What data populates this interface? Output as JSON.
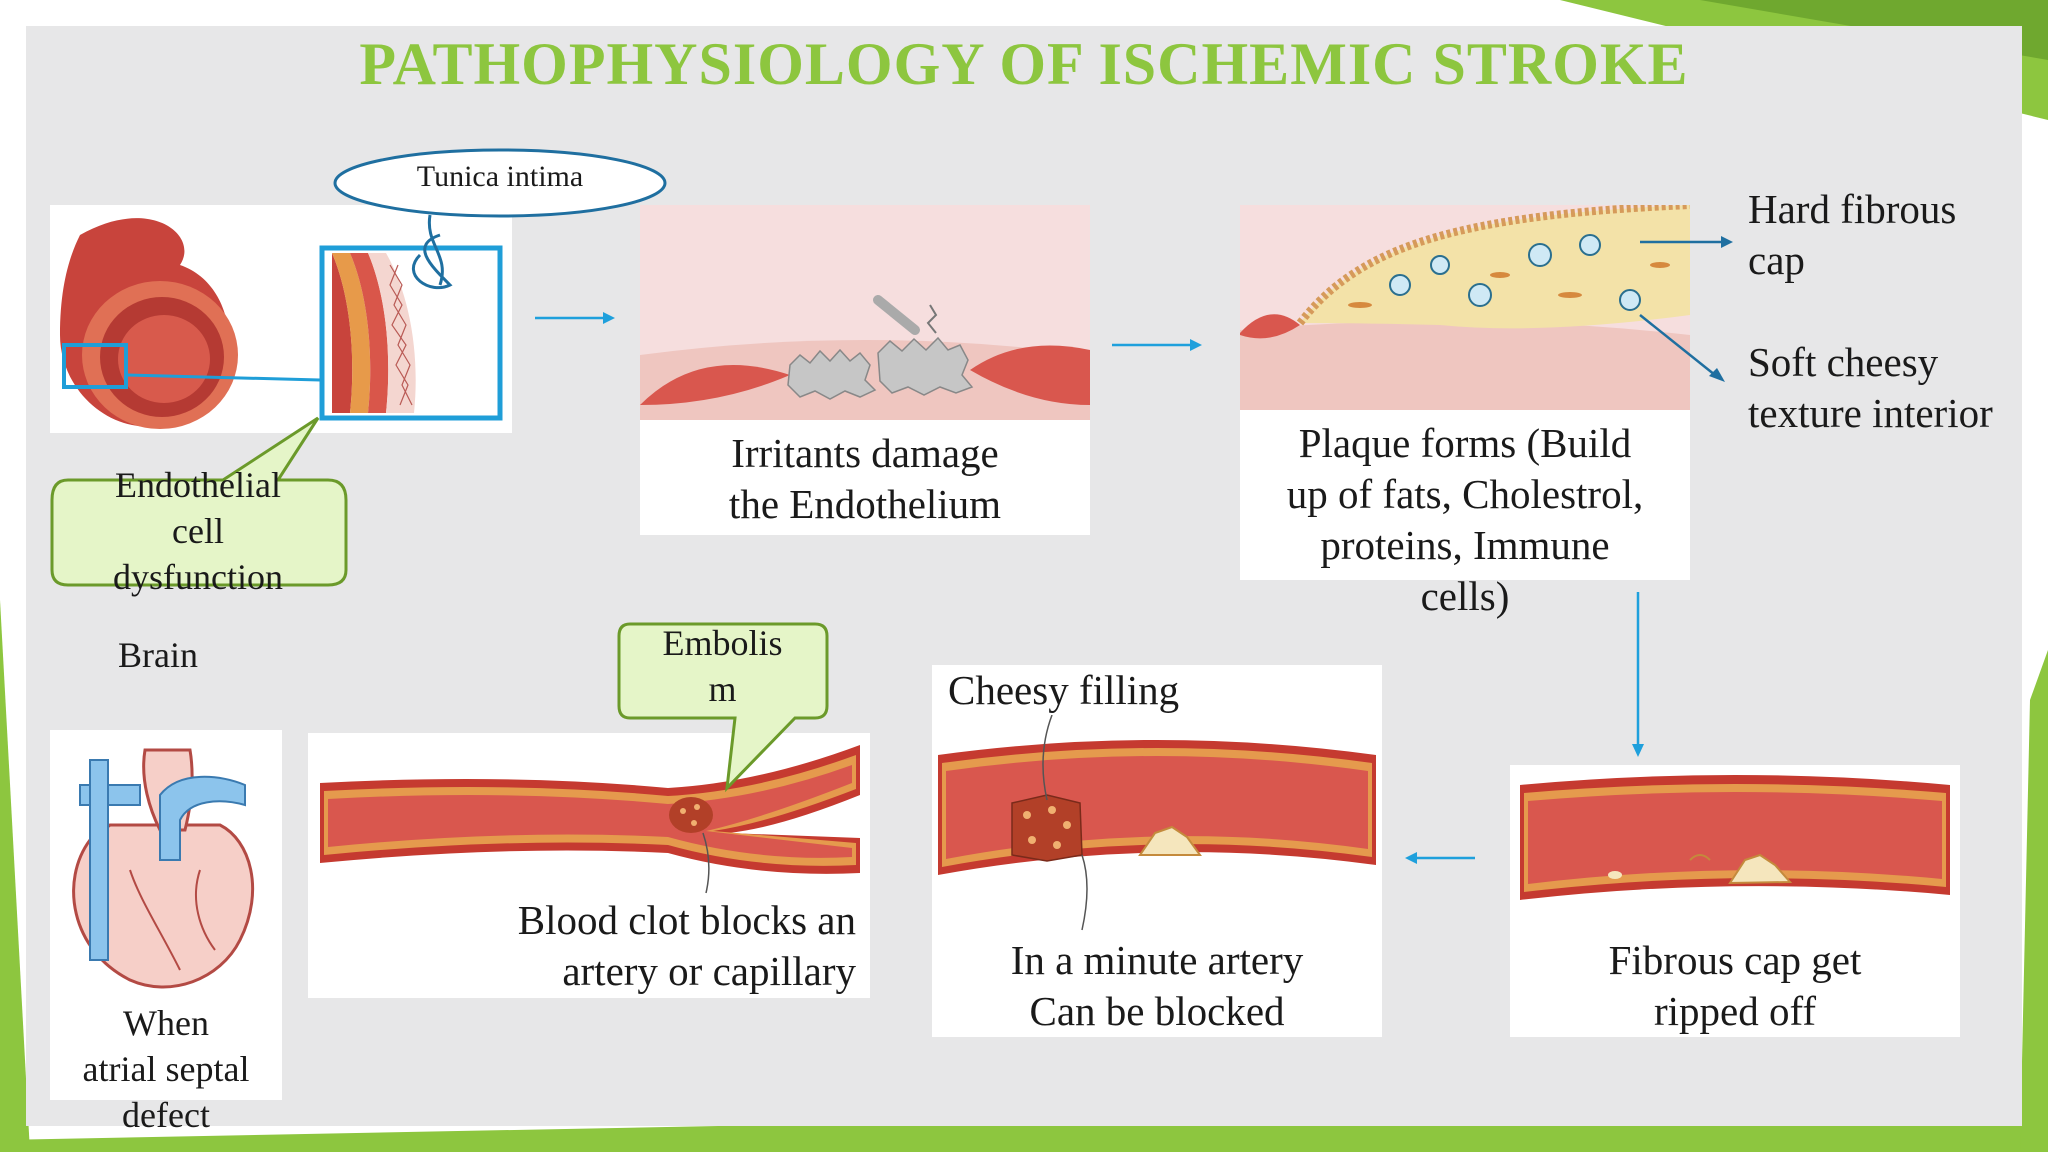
{
  "slide": {
    "title": "PATHOPHYSIOLOGY OF ISCHEMIC STROKE",
    "accent_color": "#8dc63f",
    "arrow_color": "#1fa0dc"
  },
  "step1": {
    "callout_top": "Tunica intima",
    "callout_bottom_lines": [
      "Endothelial",
      "cell",
      "dysfunction"
    ]
  },
  "step2": {
    "caption_lines": [
      "Irritants damage",
      "the Endothelium"
    ]
  },
  "step3": {
    "caption_lines": [
      "Plaque forms (Build",
      "up of fats, Cholestrol,",
      "proteins, Immune",
      "cells)"
    ],
    "label_cap_lines": [
      "Hard fibrous",
      "cap"
    ],
    "label_interior_lines": [
      "Soft cheesy",
      "texture interior"
    ]
  },
  "step4": {
    "caption_lines": [
      "Fibrous cap get",
      "ripped off"
    ]
  },
  "step5": {
    "label_top": "Cheesy filling",
    "caption_lines": [
      "In a minute artery",
      "Can be blocked"
    ]
  },
  "step6": {
    "callout_lines": [
      "Embolis",
      "m"
    ],
    "caption_lines": [
      "Blood clot blocks an",
      "artery or capillary"
    ]
  },
  "step7": {
    "label_brain": "Brain",
    "caption_lines": [
      "When",
      "atrial septal",
      "defect"
    ]
  }
}
